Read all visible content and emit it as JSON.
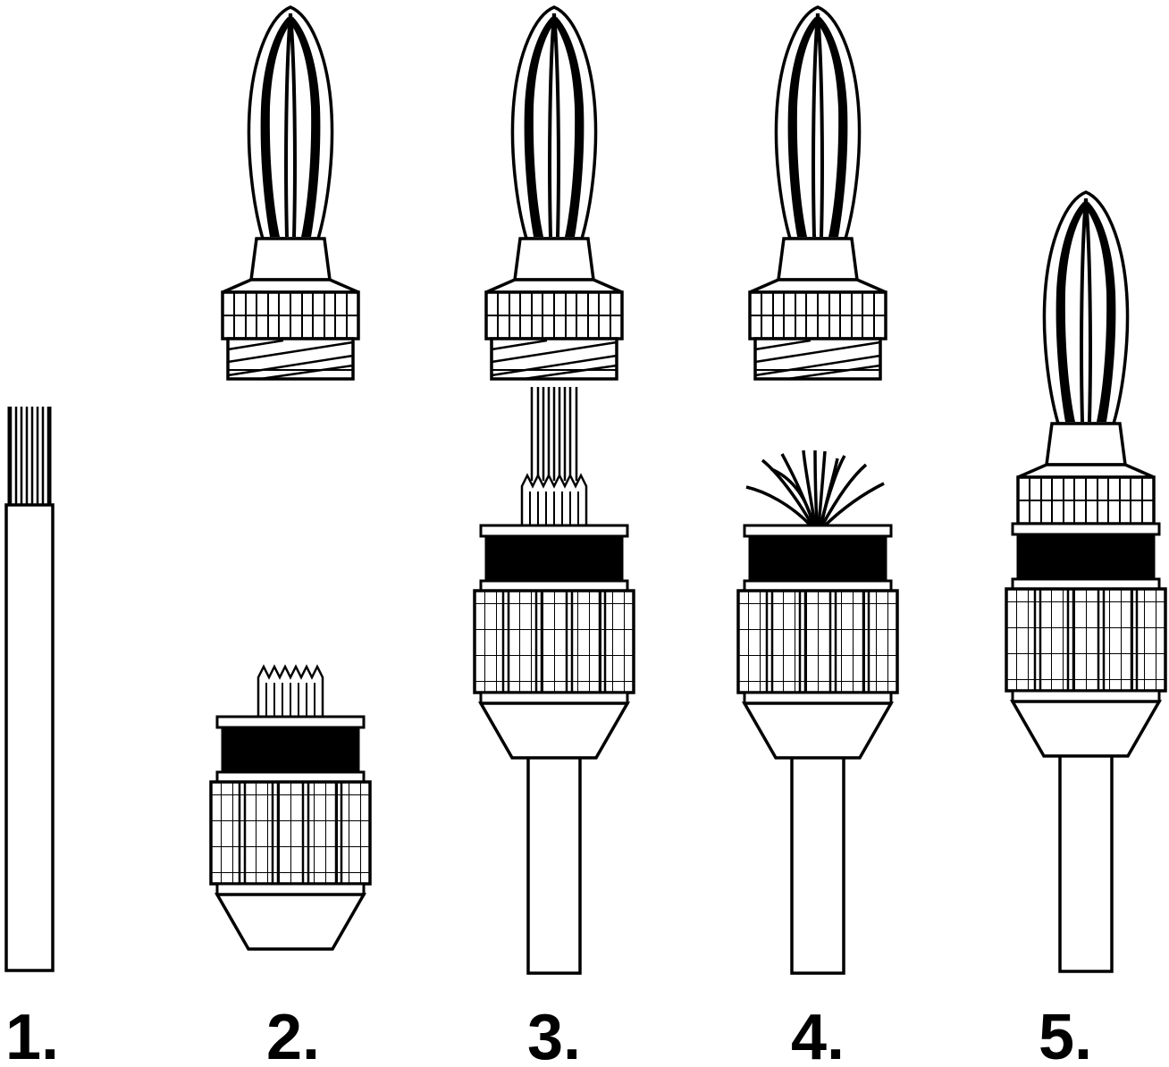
{
  "figure": {
    "description_colors": {
      "background": "#ffffff",
      "line": "#000000",
      "band": "#000000"
    },
    "steps": [
      {
        "label": "1."
      },
      {
        "label": "2."
      },
      {
        "label": "3."
      },
      {
        "label": "4."
      },
      {
        "label": "5."
      }
    ]
  }
}
